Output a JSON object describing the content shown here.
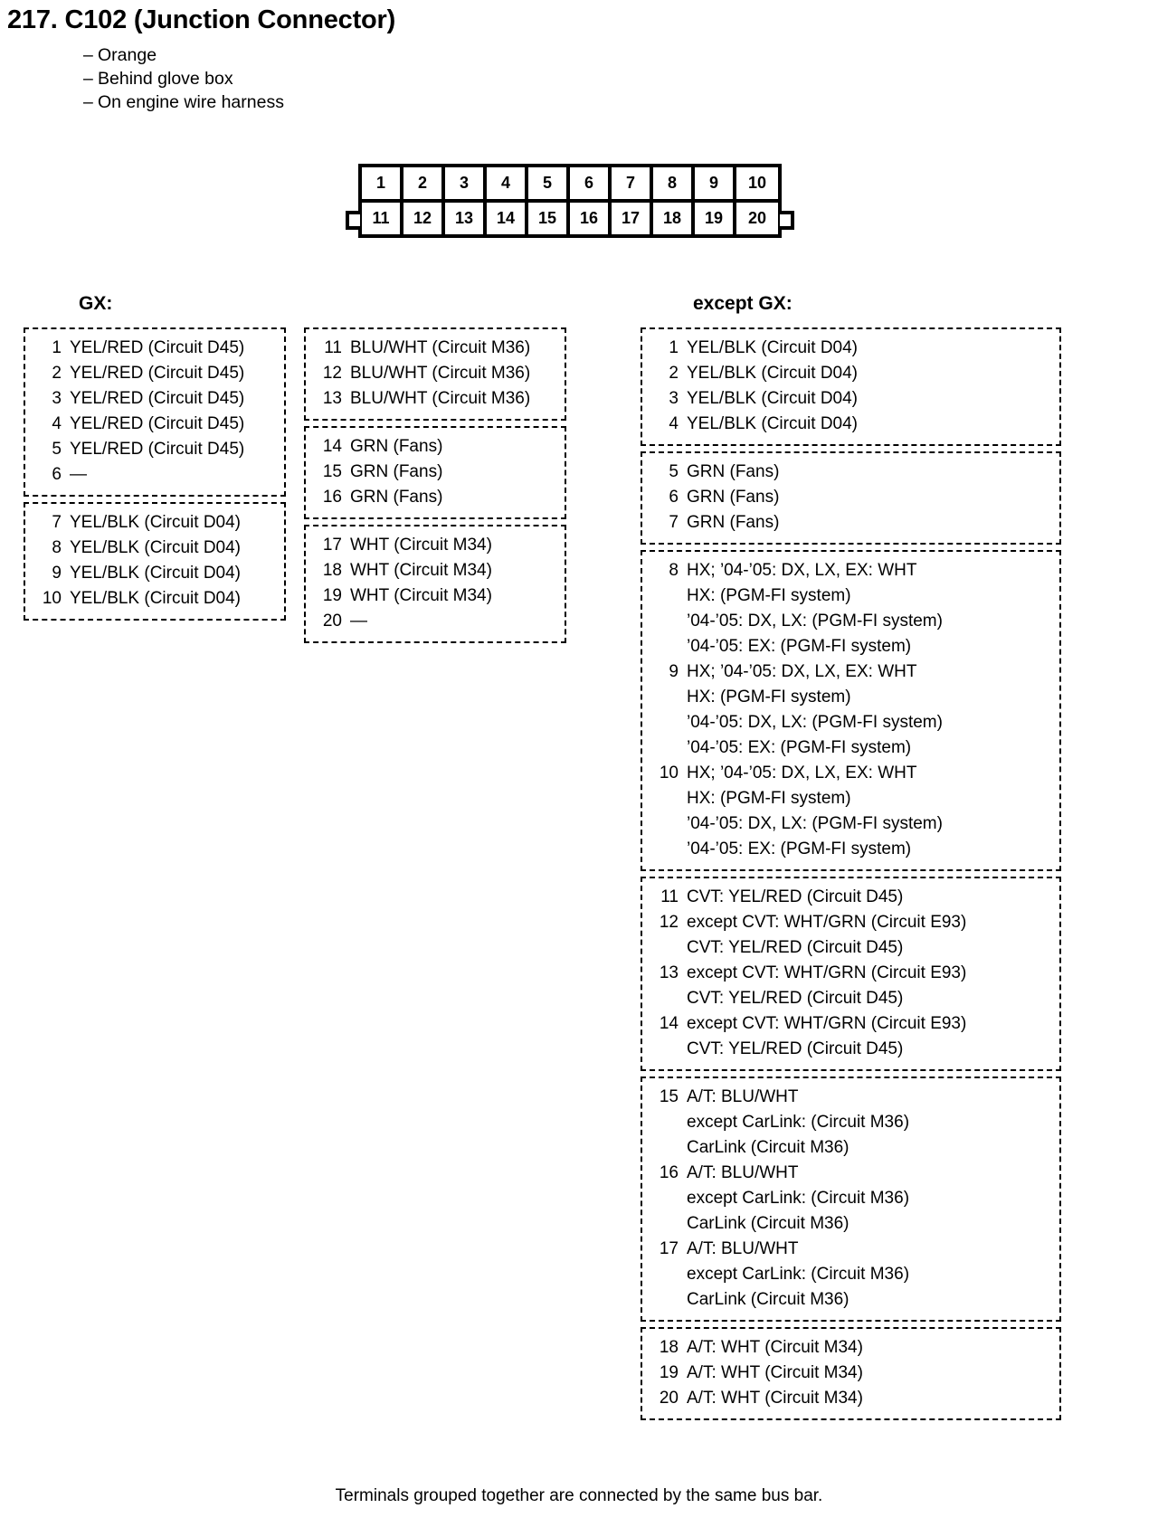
{
  "header": {
    "title": "217. C102 (Junction Connector)",
    "bullets": [
      "Orange",
      "Behind glove box",
      "On engine wire harness"
    ],
    "dash": "–"
  },
  "connector": {
    "top_row": [
      "1",
      "2",
      "3",
      "4",
      "5",
      "6",
      "7",
      "8",
      "9",
      "10"
    ],
    "bottom_row": [
      "11",
      "12",
      "13",
      "14",
      "15",
      "16",
      "17",
      "18",
      "19",
      "20"
    ]
  },
  "columns": {
    "gx_heading": "GX:",
    "except_gx_heading": "except GX:"
  },
  "gx_left_groups": [
    {
      "lines": [
        {
          "num": "1",
          "desc": "YEL/RED (Circuit D45)"
        },
        {
          "num": "2",
          "desc": "YEL/RED (Circuit D45)"
        },
        {
          "num": "3",
          "desc": "YEL/RED (Circuit D45)"
        },
        {
          "num": "4",
          "desc": "YEL/RED (Circuit D45)"
        },
        {
          "num": "5",
          "desc": "YEL/RED (Circuit D45)"
        },
        {
          "num": "6",
          "desc": "—"
        }
      ]
    },
    {
      "lines": [
        {
          "num": "7",
          "desc": "YEL/BLK (Circuit D04)"
        },
        {
          "num": "8",
          "desc": "YEL/BLK (Circuit D04)"
        },
        {
          "num": "9",
          "desc": "YEL/BLK (Circuit D04)"
        },
        {
          "num": "10",
          "desc": "YEL/BLK (Circuit D04)"
        }
      ]
    }
  ],
  "gx_right_groups": [
    {
      "lines": [
        {
          "num": "11",
          "desc": "BLU/WHT (Circuit M36)"
        },
        {
          "num": "12",
          "desc": "BLU/WHT (Circuit M36)"
        },
        {
          "num": "13",
          "desc": "BLU/WHT (Circuit M36)"
        }
      ]
    },
    {
      "lines": [
        {
          "num": "14",
          "desc": "GRN (Fans)"
        },
        {
          "num": "15",
          "desc": "GRN (Fans)"
        },
        {
          "num": "16",
          "desc": "GRN (Fans)"
        }
      ]
    },
    {
      "lines": [
        {
          "num": "17",
          "desc": "WHT (Circuit M34)"
        },
        {
          "num": "18",
          "desc": "WHT (Circuit M34)"
        },
        {
          "num": "19",
          "desc": "WHT (Circuit M34)"
        },
        {
          "num": "20",
          "desc": "—"
        }
      ]
    }
  ],
  "except_gx_groups": [
    {
      "lines": [
        {
          "num": "1",
          "desc": "YEL/BLK (Circuit D04)",
          "subs": []
        },
        {
          "num": "2",
          "desc": "YEL/BLK (Circuit D04)",
          "subs": []
        },
        {
          "num": "3",
          "desc": "YEL/BLK (Circuit D04)",
          "subs": []
        },
        {
          "num": "4",
          "desc": "YEL/BLK (Circuit D04)",
          "subs": []
        }
      ]
    },
    {
      "lines": [
        {
          "num": "5",
          "desc": "GRN (Fans)",
          "subs": []
        },
        {
          "num": "6",
          "desc": "GRN (Fans)",
          "subs": []
        },
        {
          "num": "7",
          "desc": "GRN (Fans)",
          "subs": []
        }
      ]
    },
    {
      "lines": [
        {
          "num": "8",
          "desc": "HX; ’04-’05: DX, LX, EX: WHT",
          "subs": [
            "HX: (PGM-FI system)",
            "’04-’05: DX, LX: (PGM-FI system)",
            "’04-’05: EX: (PGM-FI system)"
          ]
        },
        {
          "num": "9",
          "desc": "HX; ’04-’05: DX, LX, EX: WHT",
          "subs": [
            "HX: (PGM-FI system)",
            "’04-’05: DX, LX: (PGM-FI system)",
            "’04-’05: EX: (PGM-FI system)"
          ]
        },
        {
          "num": "10",
          "desc": "HX; ’04-’05: DX, LX, EX: WHT",
          "subs": [
            "HX: (PGM-FI system)",
            "’04-’05: DX, LX: (PGM-FI system)",
            "’04-’05: EX: (PGM-FI system)"
          ]
        }
      ]
    },
    {
      "lines": [
        {
          "num": "11",
          "desc": "CVT: YEL/RED (Circuit D45)",
          "subs": []
        },
        {
          "num": "12",
          "desc": "except CVT: WHT/GRN (Circuit E93)",
          "subs": [
            "CVT: YEL/RED (Circuit D45)"
          ]
        },
        {
          "num": "13",
          "desc": "except CVT: WHT/GRN (Circuit E93)",
          "subs": [
            "CVT: YEL/RED (Circuit D45)"
          ]
        },
        {
          "num": "14",
          "desc": "except CVT: WHT/GRN (Circuit E93)",
          "subs": [
            "CVT: YEL/RED (Circuit D45)"
          ]
        }
      ]
    },
    {
      "lines": [
        {
          "num": "15",
          "desc": "A/T: BLU/WHT",
          "subs": [
            "except CarLink: (Circuit M36)",
            "CarLink (Circuit M36)"
          ]
        },
        {
          "num": "16",
          "desc": "A/T: BLU/WHT",
          "subs": [
            "except CarLink: (Circuit M36)",
            "CarLink (Circuit M36)"
          ]
        },
        {
          "num": "17",
          "desc": "A/T: BLU/WHT",
          "subs": [
            "except CarLink: (Circuit M36)",
            "CarLink (Circuit M36)"
          ]
        }
      ]
    },
    {
      "lines": [
        {
          "num": "18",
          "desc": "A/T: WHT (Circuit M34)",
          "subs": []
        },
        {
          "num": "19",
          "desc": "A/T: WHT (Circuit M34)",
          "subs": []
        },
        {
          "num": "20",
          "desc": "A/T: WHT (Circuit M34)",
          "subs": []
        }
      ]
    }
  ],
  "footer": {
    "note": "Terminals grouped together are connected by the same bus bar."
  }
}
